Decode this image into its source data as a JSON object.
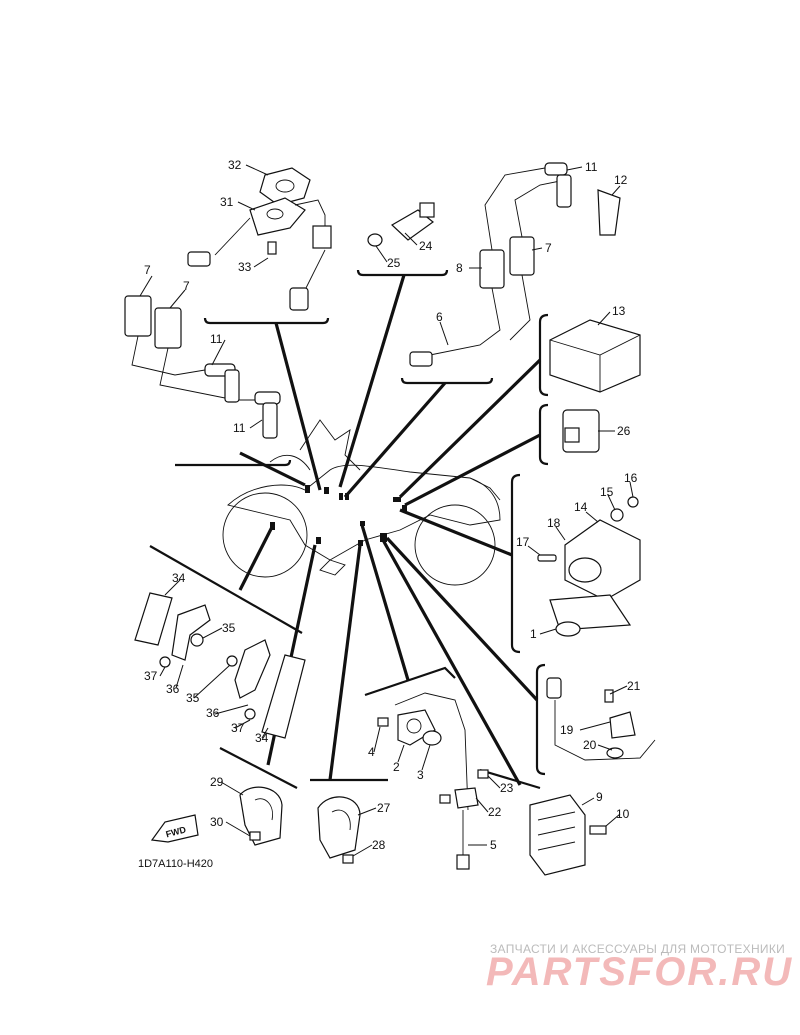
{
  "diagram_code": "1D7A110-H420",
  "fwd_label": "FWD",
  "watermark": {
    "tagline": "ЗАПЧАСТИ И АКСЕССУАРЫ ДЛЯ МОТОТЕХНИКИ",
    "brand": "PARTSFOR.RU"
  },
  "callouts": [
    {
      "id": "c32",
      "label": "32"
    },
    {
      "id": "c31",
      "label": "31"
    },
    {
      "id": "c33",
      "label": "33"
    },
    {
      "id": "c7a",
      "label": "7"
    },
    {
      "id": "c7b",
      "label": "7"
    },
    {
      "id": "c11a",
      "label": "11"
    },
    {
      "id": "c11b",
      "label": "11"
    },
    {
      "id": "c24",
      "label": "24"
    },
    {
      "id": "c25",
      "label": "25"
    },
    {
      "id": "c11c",
      "label": "11"
    },
    {
      "id": "c12",
      "label": "12"
    },
    {
      "id": "c8",
      "label": "8"
    },
    {
      "id": "c7c",
      "label": "7"
    },
    {
      "id": "c6",
      "label": "6"
    },
    {
      "id": "c13",
      "label": "13"
    },
    {
      "id": "c26",
      "label": "26"
    },
    {
      "id": "c16",
      "label": "16"
    },
    {
      "id": "c15",
      "label": "15"
    },
    {
      "id": "c14",
      "label": "14"
    },
    {
      "id": "c18",
      "label": "18"
    },
    {
      "id": "c17",
      "label": "17"
    },
    {
      "id": "c1",
      "label": "1"
    },
    {
      "id": "c34a",
      "label": "34"
    },
    {
      "id": "c35a",
      "label": "35"
    },
    {
      "id": "c37a",
      "label": "37"
    },
    {
      "id": "c36a",
      "label": "36"
    },
    {
      "id": "c35b",
      "label": "35"
    },
    {
      "id": "c36b",
      "label": "36"
    },
    {
      "id": "c37b",
      "label": "37"
    },
    {
      "id": "c34b",
      "label": "34"
    },
    {
      "id": "c4",
      "label": "4"
    },
    {
      "id": "c2",
      "label": "2"
    },
    {
      "id": "c3",
      "label": "3"
    },
    {
      "id": "c21",
      "label": "21"
    },
    {
      "id": "c19",
      "label": "19"
    },
    {
      "id": "c20",
      "label": "20"
    },
    {
      "id": "c29",
      "label": "29"
    },
    {
      "id": "c30",
      "label": "30"
    },
    {
      "id": "c27",
      "label": "27"
    },
    {
      "id": "c28",
      "label": "28"
    },
    {
      "id": "c23",
      "label": "23"
    },
    {
      "id": "c22",
      "label": "22"
    },
    {
      "id": "c5",
      "label": "5"
    },
    {
      "id": "c9",
      "label": "9"
    },
    {
      "id": "c10",
      "label": "10"
    }
  ]
}
